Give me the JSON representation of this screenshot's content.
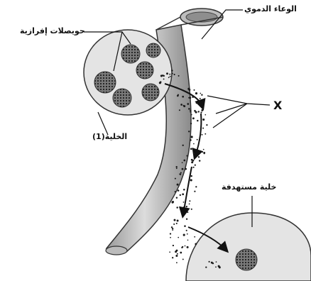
{
  "labels": {
    "vesicles": "حويصلات إفرازية",
    "blood_vessel": "الوعاء الدموي",
    "x_marker": "X",
    "cell_1": "الخلية(1)",
    "target_cell": "خلية مستهدفة"
  },
  "colors": {
    "cell_fill": "#e6e6e6",
    "vessel_fill": "#c8c8c8",
    "vesicle_fill": "#888888",
    "outline": "#333333",
    "particle": "#1a1a1a"
  }
}
